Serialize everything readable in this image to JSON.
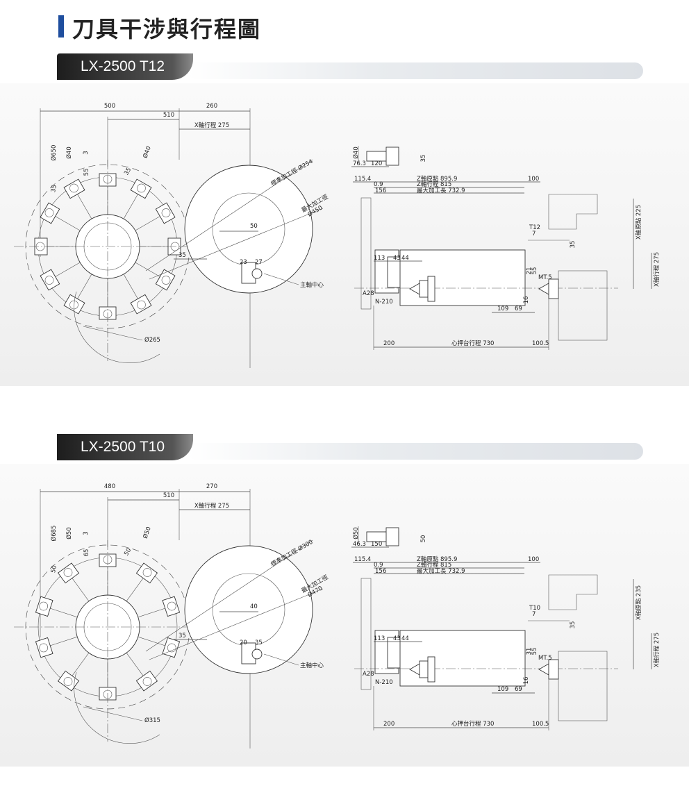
{
  "page_title": "刀具干涉與行程圖",
  "models": [
    {
      "name": "LX-2500 T12",
      "front": {
        "dim_top_a": "500",
        "dim_top_b": "260",
        "dim_mid": "510",
        "x_travel": "X軸行程 275",
        "d650": "Ø650",
        "d40a": "Ø40",
        "d3": "3",
        "d55": "55",
        "d35a": "35",
        "d40b": "Ø40",
        "d35b": "35",
        "std_dia": "標準加工徑 Ø254",
        "max_dia_label": "最大加工徑",
        "max_dia": "Ø450",
        "d50": "50",
        "d35c": "35",
        "d23": "23",
        "d27": "27",
        "spindle": "主軸中心",
        "d265": "Ø265"
      },
      "side": {
        "tool_d": "Ø40",
        "tool_h": "35",
        "off_a": "76.3",
        "off_b": "120",
        "d115": "115.4",
        "z_origin": "Z軸原點 895.9",
        "d100": "100",
        "d09": "0.9",
        "z_travel": "Z軸行程 815",
        "d156": "156",
        "max_len": "最大加工長 732.9",
        "x_origin": "X軸原點 225",
        "turret": "T12",
        "d7": "7",
        "d35": "35",
        "d113": "113",
        "d43": "43",
        "d44": "44",
        "x_travel": "X軸行程 275",
        "mt": "MT.5",
        "d21": "21",
        "d55": "55",
        "a28": "A28",
        "n210": "N-210",
        "d109": "109",
        "d69": "69",
        "d16": "16",
        "d200": "200",
        "tail": "心押台行程 730",
        "d1005": "100.5"
      }
    },
    {
      "name": "LX-2500 T10",
      "front": {
        "dim_top_a": "480",
        "dim_top_b": "270",
        "dim_mid": "510",
        "x_travel": "X軸行程 275",
        "d650": "Ø685",
        "d40a": "Ø50",
        "d3": "3",
        "d55": "65",
        "d35a": "50",
        "d40b": "Ø50",
        "d35b": "50",
        "std_dia": "標準加工徑 Ø300",
        "max_dia_label": "最大加工徑",
        "max_dia": "Ø470",
        "d50": "40",
        "d35c": "35",
        "d23": "20",
        "d27": "35",
        "spindle": "主軸中心",
        "d265": "Ø315"
      },
      "side": {
        "tool_d": "Ø50",
        "tool_h": "50",
        "off_a": "46.3",
        "off_b": "150",
        "d115": "115.4",
        "z_origin": "Z軸原點 895.9",
        "d100": "100",
        "d09": "0.9",
        "z_travel": "Z軸行程 815",
        "d156": "156",
        "max_len": "最大加工長 732.9",
        "x_origin": "X軸原點 235",
        "turret": "T10",
        "d7": "7",
        "d35": "35",
        "d113": "113",
        "d43": "43",
        "d44": "44",
        "x_travel": "X軸行程 275",
        "mt": "MT.5",
        "d21": "31",
        "d55": "55",
        "a28": "A28",
        "n210": "N-210",
        "d109": "109",
        "d69": "69",
        "d16": "16",
        "d200": "200",
        "tail": "心押台行程 730",
        "d1005": "100.5"
      }
    }
  ]
}
